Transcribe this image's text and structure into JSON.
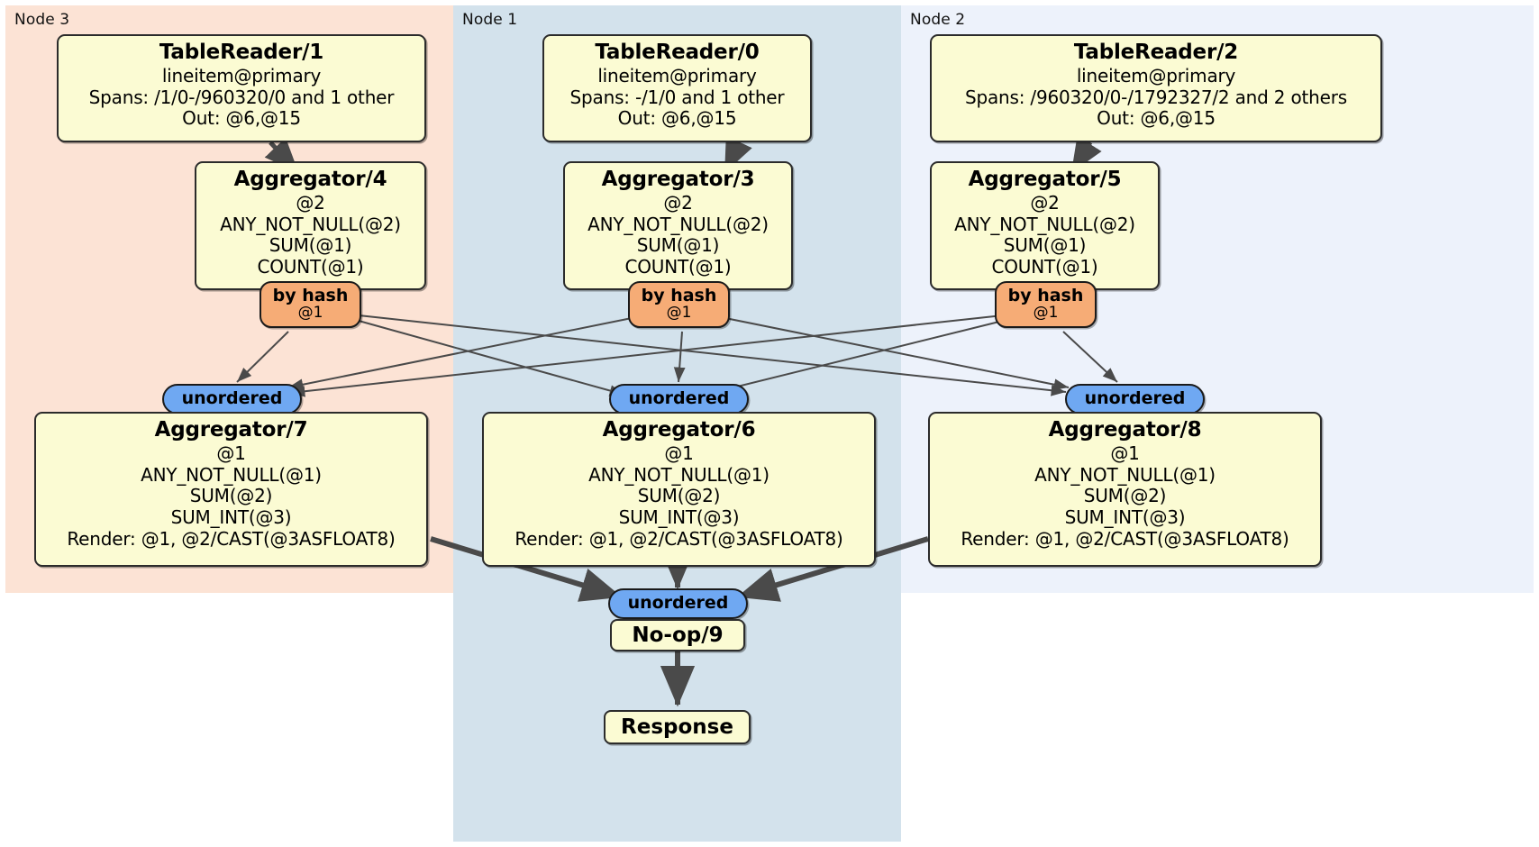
{
  "diagram": {
    "type": "distributed-query-plan",
    "panels": [
      {
        "label": "Node 3"
      },
      {
        "label": "Node 1"
      },
      {
        "label": "Node 2"
      }
    ]
  },
  "nodes": {
    "tablereader1": {
      "title": "TableReader/1",
      "lines": [
        "lineitem@primary",
        "Spans: /1/0-/960320/0 and 1 other",
        "Out: @6,@15"
      ]
    },
    "tablereader0": {
      "title": "TableReader/0",
      "lines": [
        "lineitem@primary",
        "Spans: -/1/0 and 1 other",
        "Out: @6,@15"
      ]
    },
    "tablereader2": {
      "title": "TableReader/2",
      "lines": [
        "lineitem@primary",
        "Spans: /960320/0-/1792327/2 and 2 others",
        "Out: @6,@15"
      ]
    },
    "aggregator4": {
      "title": "Aggregator/4",
      "lines": [
        "@2",
        "ANY_NOT_NULL(@2)",
        "SUM(@1)",
        "COUNT(@1)"
      ]
    },
    "aggregator3": {
      "title": "Aggregator/3",
      "lines": [
        "@2",
        "ANY_NOT_NULL(@2)",
        "SUM(@1)",
        "COUNT(@1)"
      ]
    },
    "aggregator5": {
      "title": "Aggregator/5",
      "lines": [
        "@2",
        "ANY_NOT_NULL(@2)",
        "SUM(@1)",
        "COUNT(@1)"
      ]
    },
    "aggregator7": {
      "title": "Aggregator/7",
      "lines": [
        "@1",
        "ANY_NOT_NULL(@1)",
        "SUM(@2)",
        "SUM_INT(@3)",
        "Render: @1, @2/CAST(@3ASFLOAT8)"
      ]
    },
    "aggregator6": {
      "title": "Aggregator/6",
      "lines": [
        "@1",
        "ANY_NOT_NULL(@1)",
        "SUM(@2)",
        "SUM_INT(@3)",
        "Render: @1, @2/CAST(@3ASFLOAT8)"
      ]
    },
    "aggregator8": {
      "title": "Aggregator/8",
      "lines": [
        "@1",
        "ANY_NOT_NULL(@1)",
        "SUM(@2)",
        "SUM_INT(@3)",
        "Render: @1, @2/CAST(@3ASFLOAT8)"
      ]
    },
    "noop9": {
      "title": "No-op/9"
    },
    "response": {
      "title": "Response"
    }
  },
  "routers": {
    "hash_left": {
      "type": "by hash",
      "key": "@1"
    },
    "hash_middle": {
      "type": "by hash",
      "key": "@1"
    },
    "hash_right": {
      "type": "by hash",
      "key": "@1"
    },
    "unordered_left": {
      "label": "unordered"
    },
    "unordered_middle": {
      "label": "unordered"
    },
    "unordered_right": {
      "label": "unordered"
    },
    "unordered_final": {
      "label": "unordered"
    }
  },
  "colors": {
    "panel_node3": "#fce3d5",
    "panel_node1": "#d3e2ec",
    "panel_node2": "#edf2fb",
    "processor_fill": "#fbfbd3",
    "hash_router_fill": "#f6ac76",
    "unordered_router_fill": "#6fa8f2",
    "edge_stroke": "#4a4a4a",
    "border": "#2b2b2b"
  }
}
